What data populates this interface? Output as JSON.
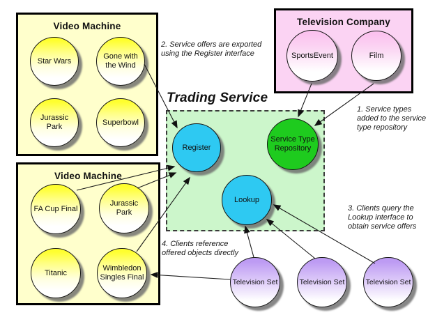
{
  "diagram_title": "Trading Service",
  "boxes": {
    "video_top": {
      "title": "Video Machine",
      "items": [
        "Star Wars",
        "Gone with the Wind",
        "Jurassic Park",
        "Superbowl"
      ]
    },
    "video_bottom": {
      "title": "Video Machine",
      "items": [
        "FA Cup Final",
        "Jurassic Park",
        "Titanic",
        "Wimbledon Singles Final"
      ]
    },
    "tv_company": {
      "title": "Television Company",
      "items": [
        "SportsEvent",
        "Film"
      ]
    }
  },
  "trading": {
    "title": "Trading Service",
    "register": "Register",
    "lookup": "Lookup",
    "repository": "Service Type Repository"
  },
  "clients": [
    "Television Set",
    "Television Set",
    "Television Set"
  ],
  "annotations": {
    "note1": [
      "1. Service types",
      "added to the service",
      "type repository"
    ],
    "note2": [
      "2. Service offers are exported",
      "using the Register interface"
    ],
    "note3": [
      "3. Clients query the",
      "Lookup interface to",
      "obtain service offers"
    ],
    "note4": [
      "4. Clients reference",
      "offered objects directly"
    ]
  },
  "colors": {
    "video_box_fill": "#FFFFCC",
    "tv_company_box_fill": "#FBD3F3",
    "trading_box_fill": "#CCF6CB",
    "tape_node_top": "#FFFF2E",
    "company_node_top": "#FBC2EF",
    "interface_node": "#2EC9F2",
    "repository_node": "#1ECB1E",
    "client_node_top": "#BD9BF3",
    "line_color": "#1A1A1A"
  }
}
